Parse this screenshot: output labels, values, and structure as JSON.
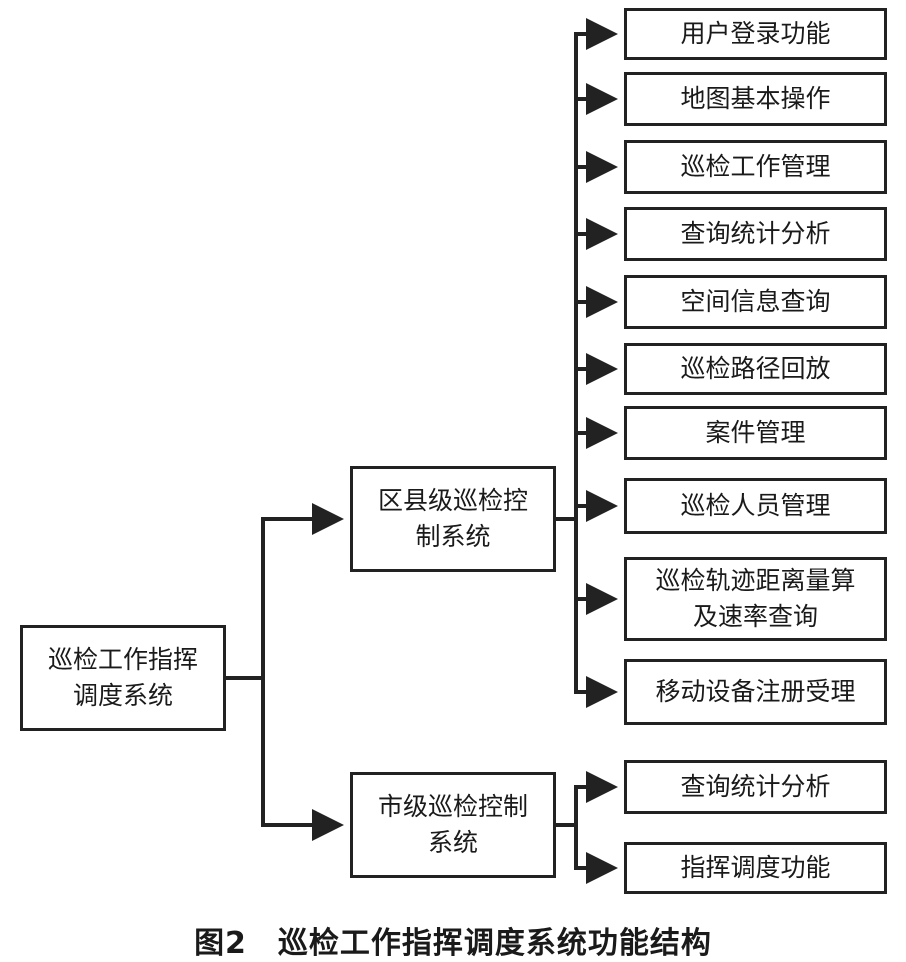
{
  "root": {
    "lines": [
      "巡检工作指挥",
      "调度系统"
    ]
  },
  "district": {
    "lines": [
      "区县级巡检控",
      "制系统"
    ],
    "children": [
      {
        "lines": [
          "用户登录功能"
        ]
      },
      {
        "lines": [
          "地图基本操作"
        ]
      },
      {
        "lines": [
          "巡检工作管理"
        ]
      },
      {
        "lines": [
          "查询统计分析"
        ]
      },
      {
        "lines": [
          "空间信息查询"
        ]
      },
      {
        "lines": [
          "巡检路径回放"
        ]
      },
      {
        "lines": [
          "案件管理"
        ]
      },
      {
        "lines": [
          "巡检人员管理"
        ]
      },
      {
        "lines": [
          "巡检轨迹距离量算",
          "及速率查询"
        ]
      },
      {
        "lines": [
          "移动设备注册受理"
        ]
      }
    ]
  },
  "city": {
    "lines": [
      "市级巡检控制",
      "系统"
    ],
    "children": [
      {
        "lines": [
          "查询统计分析"
        ]
      },
      {
        "lines": [
          "指挥调度功能"
        ]
      }
    ]
  },
  "caption": "图2　巡检工作指挥调度系统功能结构"
}
